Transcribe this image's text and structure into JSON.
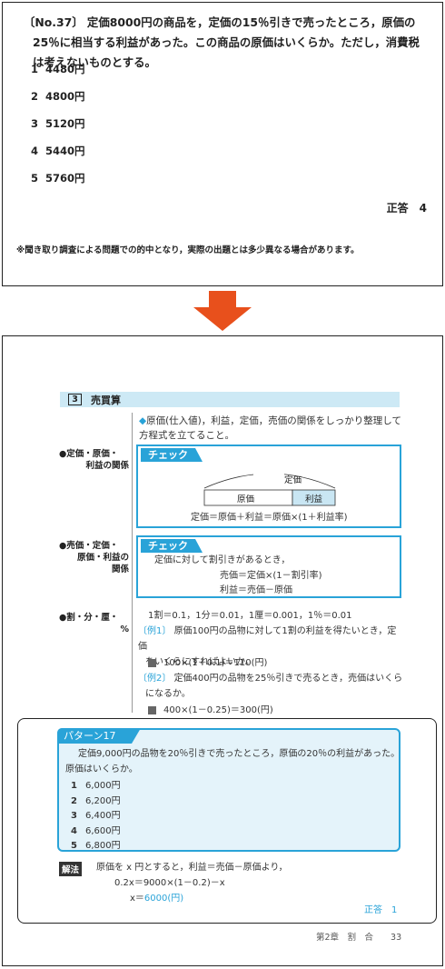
{
  "question": {
    "text": "〔No.37〕 定価8000円の商品を，定価の15％引きで売ったところ，原価の25％に相当する利益があった。この商品の原価はいくらか。ただし，消費税は考えないものとする。",
    "choices": [
      {
        "num": "1",
        "label": "4480円"
      },
      {
        "num": "2",
        "label": "4800円"
      },
      {
        "num": "3",
        "label": "5120円"
      },
      {
        "num": "4",
        "label": "5440円"
      },
      {
        "num": "5",
        "label": "5760円"
      }
    ],
    "answer": "正答　4",
    "note": "※聞き取り調査による問題での的中となり，実際の出題とは多少異なる場合があります。"
  },
  "section": {
    "number": "3",
    "title": "売買算",
    "intro_mark": "◆",
    "intro": "原価(仕入値)，利益，定価，売価の関係をしっかり整理して方程式を立てること。"
  },
  "topic1": {
    "side1": "●定価・原価・",
    "side2": "利益の関係",
    "tab": "チェック",
    "teika": "定価",
    "genka": "原価",
    "rieki": "利益",
    "formula": "定価＝原価＋利益＝原価×(1＋利益率)"
  },
  "topic2": {
    "side1": "●売価・定価・",
    "side2": "原価・利益の",
    "side3": "関係",
    "tab": "チェック",
    "line1": "定価に対して割引きがあるとき，",
    "line2": "売価＝定価×(1－割引率)",
    "line3": "利益＝売価－原価"
  },
  "topic3": {
    "side1": "●割・分・厘・",
    "side2": "%",
    "rates": "1割＝0.1，1分＝0.01，1厘＝0.001，1％＝0.01",
    "ex1_tag": "〔例1〕",
    "ex1_a": "原価100円の品物に対して1割の利益を得たいとき，定価",
    "ex1_b": "をいくらにすればよいか。",
    "ex1_calc": "100×(1＋0.1)＝110(円)",
    "ex2_tag": "〔例2〕",
    "ex2_a": "定価400円の品物を25％引きで売るとき，売価はいくら",
    "ex2_b": "になるか。",
    "ex2_calc": "400×(1－0.25)＝300(円)"
  },
  "pattern": {
    "tab": "パターン17",
    "line1": "定価9,000円の品物を20％引きで売ったところ，原価の20％の利益があった。",
    "line2": "原価はいくらか。",
    "choices": [
      {
        "num": "1",
        "label": "6,000円"
      },
      {
        "num": "2",
        "label": "6,200円"
      },
      {
        "num": "3",
        "label": "6,400円"
      },
      {
        "num": "4",
        "label": "6,600円"
      },
      {
        "num": "5",
        "label": "6,800円"
      }
    ],
    "kaiho_label": "解法",
    "kaiho1": "原価を x 円とすると，利益＝売価－原価より，",
    "kaiho2": "0.2x＝9000×(1－0.2)－x",
    "kaiho3_a": "x＝",
    "kaiho3_b": "6000(円)",
    "answer": "正答　1"
  },
  "footer": "第2章　割　合　　33",
  "colors": {
    "accent": "#29a3d8",
    "arrow": "#e8501c",
    "header_bg": "#cde9f5"
  }
}
